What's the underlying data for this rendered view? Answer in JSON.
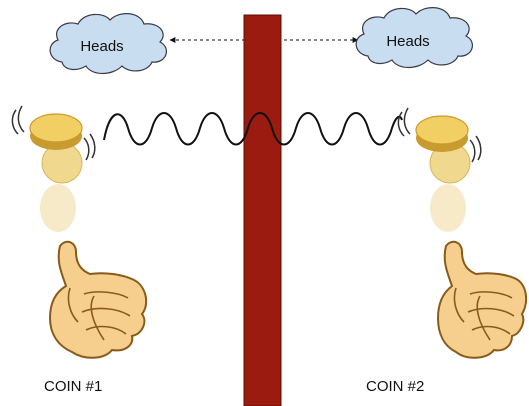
{
  "clouds": {
    "left_text": "Heads",
    "right_text": "Heads"
  },
  "coins": {
    "left_label": "COIN #1",
    "right_label": "COIN #2"
  },
  "colors": {
    "barrier": "#9b1b10",
    "barrier_edge": "#5e0c05",
    "cloud_fill": "#c9ddf0",
    "cloud_stroke": "#3a3a4a",
    "coin_face": "#f2cf63",
    "coin_edge": "#c99a2e",
    "hand_skin": "#f6cf8e",
    "hand_stroke": "#8a5a1a",
    "wave": "#111111"
  }
}
